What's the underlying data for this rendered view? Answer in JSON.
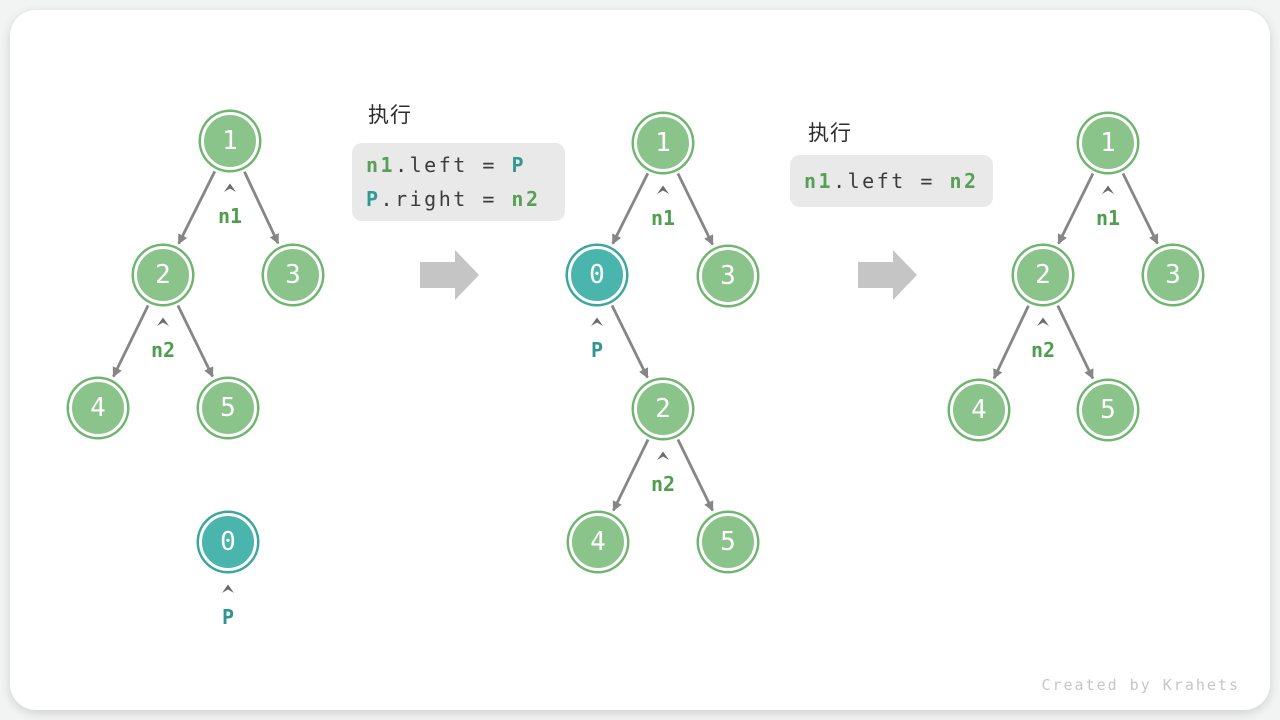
{
  "page": {
    "credit": "Created by Krahets"
  },
  "colors": {
    "green_fill": "#8bc48b",
    "green_ring": "#6fb56f",
    "teal_fill": "#4ab5ac",
    "teal_ring": "#3aa69d",
    "pointer_green": "#4f9e4f",
    "pointer_teal": "#2e968e",
    "edge": "#868686",
    "caret": "#6b6b6b",
    "code_bg": "#e9e9e9",
    "code_text": "#3c3c3c",
    "code_green": "#57a057",
    "code_teal": "#2e9b93",
    "big_arrow": "#c5c5c5",
    "credit_color": "#c6c6c6"
  },
  "code_blocks": [
    {
      "title": "执行",
      "lines": [
        [
          {
            "t": "n1",
            "c": "green"
          },
          {
            "t": ".left",
            "c": "plain"
          },
          {
            "t": " = ",
            "c": "plain"
          },
          {
            "t": "P",
            "c": "teal"
          }
        ],
        [
          {
            "t": "P",
            "c": "teal"
          },
          {
            "t": ".right",
            "c": "plain"
          },
          {
            "t": " = ",
            "c": "plain"
          },
          {
            "t": "n2",
            "c": "green"
          }
        ]
      ]
    },
    {
      "title": "执行",
      "lines": [
        [
          {
            "t": "n1",
            "c": "green"
          },
          {
            "t": ".left",
            "c": "plain"
          },
          {
            "t": " = ",
            "c": "plain"
          },
          {
            "t": "n2",
            "c": "green"
          }
        ]
      ]
    }
  ],
  "trees": [
    {
      "name": "before",
      "nodes": [
        {
          "id": "1",
          "value": "1",
          "kind": "green"
        },
        {
          "id": "2",
          "value": "2",
          "kind": "green"
        },
        {
          "id": "3",
          "value": "3",
          "kind": "green"
        },
        {
          "id": "4",
          "value": "4",
          "kind": "green"
        },
        {
          "id": "5",
          "value": "5",
          "kind": "green"
        },
        {
          "id": "0",
          "value": "0",
          "kind": "teal"
        }
      ],
      "edges": [
        [
          "1",
          "2"
        ],
        [
          "1",
          "3"
        ],
        [
          "2",
          "4"
        ],
        [
          "2",
          "5"
        ]
      ],
      "pointers": [
        {
          "text": "n1",
          "node": "1",
          "color": "green"
        },
        {
          "text": "n2",
          "node": "2",
          "color": "green"
        },
        {
          "text": "P",
          "node": "0",
          "color": "teal"
        }
      ]
    },
    {
      "name": "during",
      "nodes": [
        {
          "id": "1",
          "value": "1",
          "kind": "green"
        },
        {
          "id": "0",
          "value": "0",
          "kind": "teal"
        },
        {
          "id": "3",
          "value": "3",
          "kind": "green"
        },
        {
          "id": "2",
          "value": "2",
          "kind": "green"
        },
        {
          "id": "4",
          "value": "4",
          "kind": "green"
        },
        {
          "id": "5",
          "value": "5",
          "kind": "green"
        }
      ],
      "edges": [
        [
          "1",
          "0"
        ],
        [
          "1",
          "3"
        ],
        [
          "0",
          "2"
        ],
        [
          "2",
          "4"
        ],
        [
          "2",
          "5"
        ]
      ],
      "pointers": [
        {
          "text": "n1",
          "node": "1",
          "color": "green"
        },
        {
          "text": "P",
          "node": "0",
          "color": "teal"
        },
        {
          "text": "n2",
          "node": "2",
          "color": "green"
        }
      ]
    },
    {
      "name": "after",
      "nodes": [
        {
          "id": "1",
          "value": "1",
          "kind": "green"
        },
        {
          "id": "2",
          "value": "2",
          "kind": "green"
        },
        {
          "id": "3",
          "value": "3",
          "kind": "green"
        },
        {
          "id": "4",
          "value": "4",
          "kind": "green"
        },
        {
          "id": "5",
          "value": "5",
          "kind": "green"
        }
      ],
      "edges": [
        [
          "1",
          "2"
        ],
        [
          "1",
          "3"
        ],
        [
          "2",
          "4"
        ],
        [
          "2",
          "5"
        ]
      ],
      "pointers": [
        {
          "text": "n1",
          "node": "1",
          "color": "green"
        },
        {
          "text": "n2",
          "node": "2",
          "color": "green"
        }
      ]
    }
  ]
}
